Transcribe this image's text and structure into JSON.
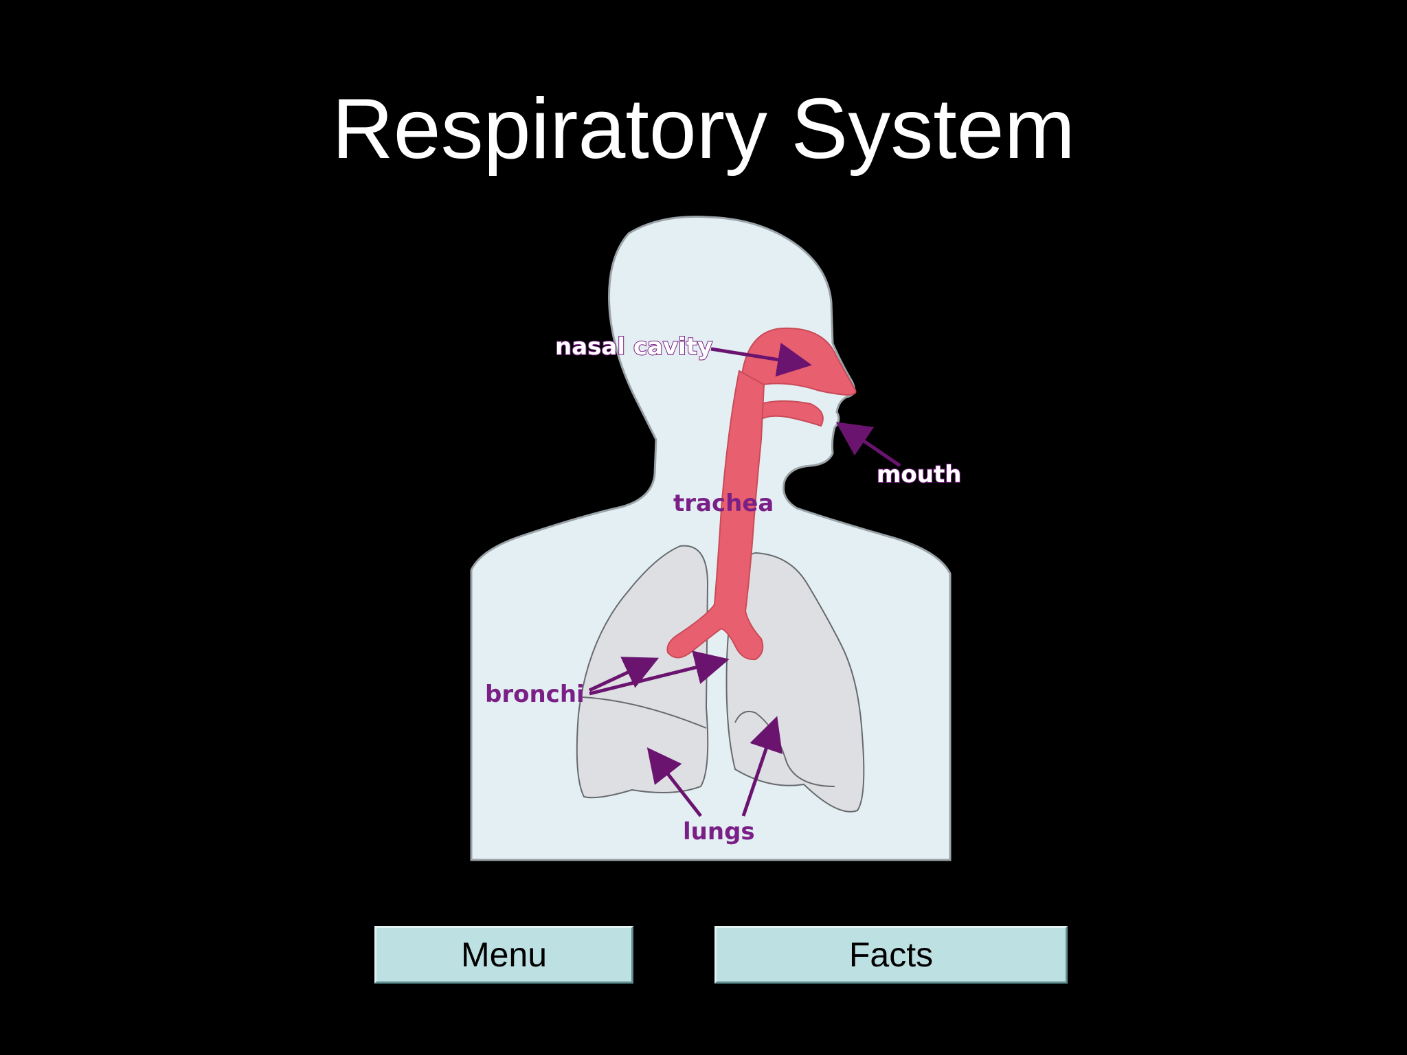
{
  "slide": {
    "title": "Respiratory System"
  },
  "diagram": {
    "labels": {
      "nasal_cavity": "nasal cavity",
      "mouth": "mouth",
      "trachea": "trachea",
      "bronchi": "bronchi",
      "lungs": "lungs"
    },
    "colors": {
      "body": "#e4eff3",
      "airway": "#e8606f",
      "lung": "#dedfe2",
      "arrow": "#6a1470",
      "label": "#7a1f86"
    }
  },
  "buttons": {
    "menu_label": "Menu",
    "facts_label": "Facts"
  }
}
